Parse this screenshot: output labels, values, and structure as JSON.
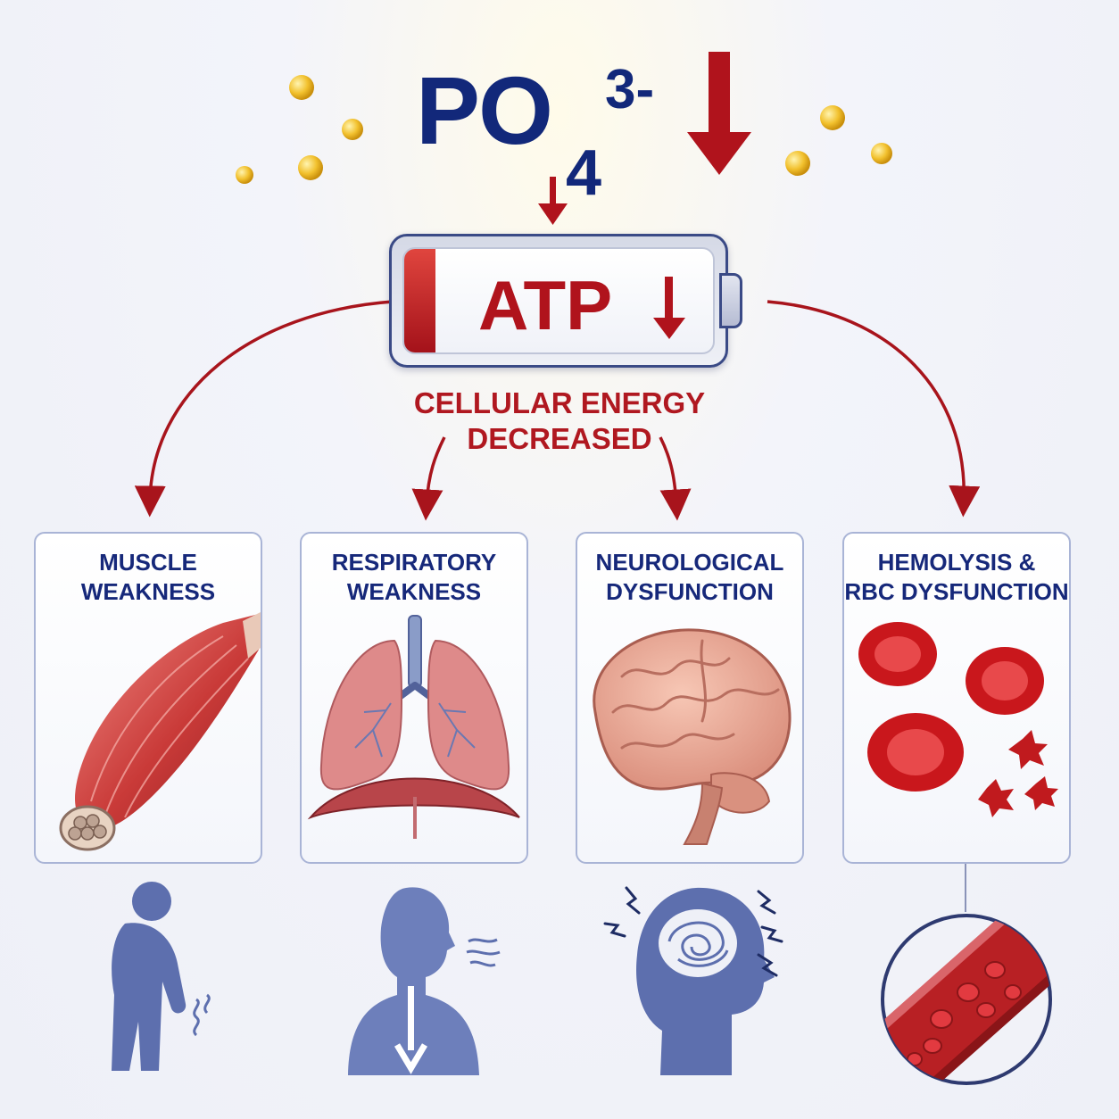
{
  "formula": {
    "base": "PO",
    "subscript": "4",
    "superscript": "3-"
  },
  "battery": {
    "label": "ATP",
    "charge_fraction": 0.1
  },
  "energy_caption": {
    "line1": "CELLULAR ENERGY",
    "line2": "DECREASED"
  },
  "panels": [
    {
      "title_line1": "MUSCLE",
      "title_line2": "WEAKNESS",
      "illustration": "muscle-fiber-icon",
      "symptom_icon": "weak-bent-person-icon"
    },
    {
      "title_line1": "RESPIRATORY",
      "title_line2": "WEAKNESS",
      "illustration": "lungs-diaphragm-icon",
      "symptom_icon": "shallow-breathing-person-icon"
    },
    {
      "title_line1": "NEUROLOGICAL",
      "title_line2": "DYSFUNCTION",
      "illustration": "brain-icon",
      "symptom_icon": "confused-head-icon"
    },
    {
      "title_line1": "HEMOLYSIS &",
      "title_line2": "RBC DYSFUNCTION",
      "illustration": "red-blood-cells-icon",
      "symptom_icon": "blood-vessel-magnified-icon"
    }
  ],
  "colors": {
    "navy": "#12287a",
    "red": "#b0131c",
    "phosphate_dot": "#f2c12e",
    "panel_border": "#a9b4d6",
    "icon_blue": "#5d6fae"
  }
}
